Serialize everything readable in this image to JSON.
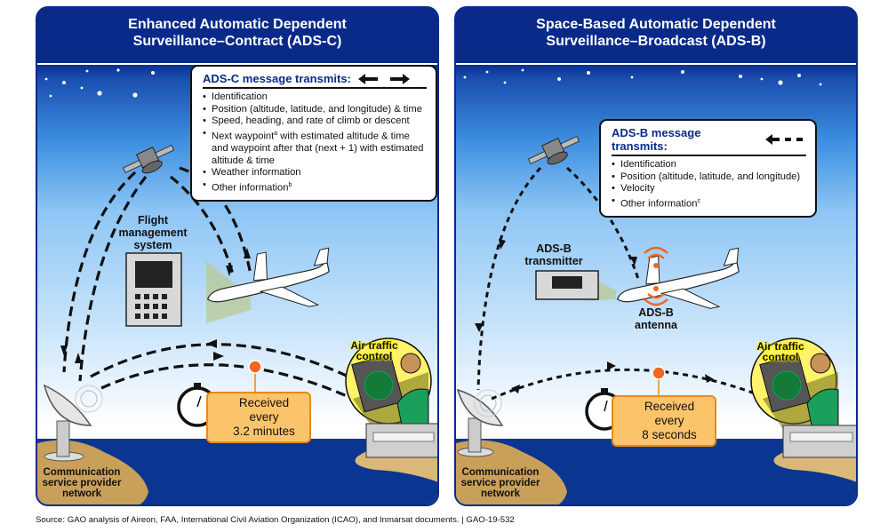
{
  "left_panel": {
    "title": "Enhanced Automatic Dependent\nSurveillance–Contract (ADS-C)",
    "callout": {
      "header": "ADS-C message transmits:",
      "arrow_legend": "bidirectional-solid-dashed-arrows",
      "items": [
        {
          "text": "Identification",
          "sup": ""
        },
        {
          "text": "Position (altitude, latitude, and longitude) & time",
          "sup": ""
        },
        {
          "text": "Speed, heading, and rate of climb or descent",
          "sup": ""
        },
        {
          "text": "Next waypoint",
          "sup": "a",
          "rest": " with estimated altitude & time and waypoint after that (next + 1) with estimated altitude & time"
        },
        {
          "text": "Weather information",
          "sup": ""
        },
        {
          "text": "Other information",
          "sup": "b"
        }
      ]
    },
    "fms_label": "Flight\nmanagement\nsystem",
    "atc_label": "Air traffic\ncontrol",
    "timer_text": "Received every\n3.2 minutes",
    "shore_label": "Communication\nservice provider\nnetwork"
  },
  "right_panel": {
    "title": "Space-Based Automatic Dependent\nSurveillance–Broadcast (ADS-B)",
    "callout": {
      "header": "ADS-B message transmits:",
      "arrow_legend": "one-way-dotted-arrow",
      "items": [
        {
          "text": "Identification",
          "sup": ""
        },
        {
          "text": "Position (altitude, latitude, and longitude)",
          "sup": ""
        },
        {
          "text": "Velocity",
          "sup": ""
        },
        {
          "text": "Other information",
          "sup": "c"
        }
      ]
    },
    "transmitter_label": "ADS-B\ntransmitter",
    "antenna_label": "ADS-B\nantenna",
    "atc_label": "Air traffic\ncontrol",
    "timer_text": "Received every\n8 seconds",
    "shore_label": "Communication\nservice provider\nnetwork"
  },
  "colors": {
    "navy": "#0a2a8a",
    "sea": "#0a3590",
    "sand": "#d9b878",
    "timer_fill": "#fcc46a",
    "timer_border": "#e88a1a",
    "signal_orange": "#f26522",
    "atc_yellow": "#fff36b",
    "atc_green": "#1aa05a"
  },
  "source": "Source: GAO analysis of Aireon, FAA, International Civil Aviation Organization (ICAO), and Inmarsat documents.  |  GAO-19-532"
}
